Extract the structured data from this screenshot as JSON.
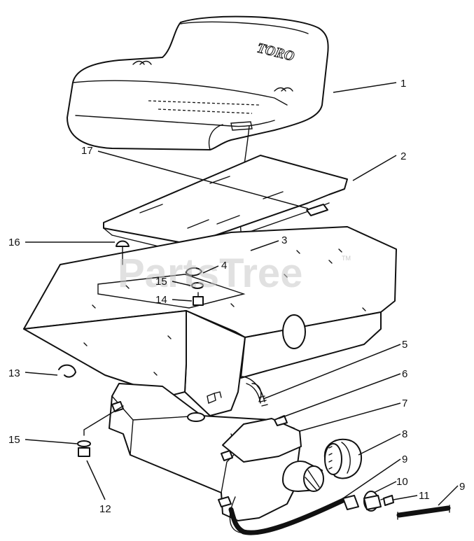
{
  "diagram": {
    "brand_mark": "TORO",
    "watermark": "PartsTree",
    "trademark": "TM",
    "callouts": [
      {
        "id": "c1",
        "label": "1"
      },
      {
        "id": "c2",
        "label": "2"
      },
      {
        "id": "c3",
        "label": "3"
      },
      {
        "id": "c4",
        "label": "4"
      },
      {
        "id": "c5",
        "label": "5"
      },
      {
        "id": "c6",
        "label": "6"
      },
      {
        "id": "c7",
        "label": "7"
      },
      {
        "id": "c8",
        "label": "8"
      },
      {
        "id": "c9a",
        "label": "9"
      },
      {
        "id": "c9b",
        "label": "9"
      },
      {
        "id": "c10",
        "label": "10"
      },
      {
        "id": "c11",
        "label": "11"
      },
      {
        "id": "c12",
        "label": "12"
      },
      {
        "id": "c13",
        "label": "13"
      },
      {
        "id": "c14",
        "label": "14"
      },
      {
        "id": "c15a",
        "label": "15"
      },
      {
        "id": "c15b",
        "label": "15"
      },
      {
        "id": "c16",
        "label": "16"
      },
      {
        "id": "c17",
        "label": "17"
      }
    ]
  }
}
